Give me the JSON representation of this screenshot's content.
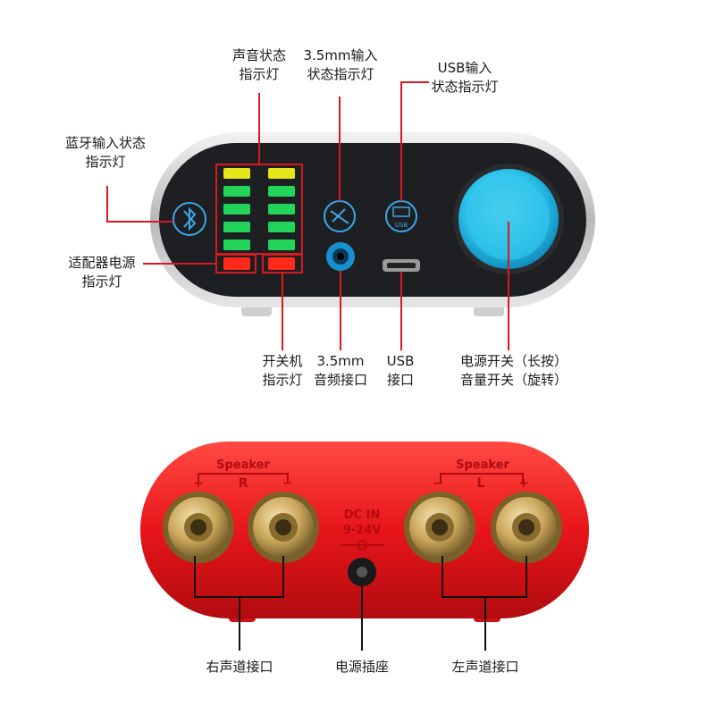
{
  "front": {
    "labels": {
      "sound_status": [
        "声音状态",
        "指示灯"
      ],
      "aux_status": [
        "3.5mm输入",
        "状态指示灯"
      ],
      "usb_status": [
        "USB输入",
        "状态指示灯"
      ],
      "bt_status": [
        "蓝牙输入状态",
        "指示灯"
      ],
      "adapter_power": [
        "适配器电源",
        "指示灯"
      ],
      "power_indicator": [
        "开关机",
        "指示灯"
      ],
      "aux_port": [
        "3.5mm",
        "音频接口"
      ],
      "usb_port": [
        "USB",
        "接口"
      ],
      "knob": [
        "电源开关（长按）",
        "音量开关（旋转）"
      ]
    },
    "usb_icon_text": "USB",
    "colors": {
      "led_yellow": "#e6e61a",
      "led_green": "#22d45a",
      "led_red": "#ff2a1a",
      "knob": "#2ec5ec",
      "panel": "#1e1f22",
      "leader": "#d71920"
    }
  },
  "back": {
    "speaker_left_text": "Speaker",
    "speaker_right_text": "Speaker",
    "polarity_right": [
      "+",
      "R",
      "−"
    ],
    "polarity_left": [
      "−",
      "L",
      "+"
    ],
    "dc_in": [
      "DC IN",
      "9-24V"
    ],
    "labels": {
      "right_channel": "右声道接口",
      "power_socket": "电源插座",
      "left_channel": "左声道接口"
    },
    "colors": {
      "body": "#e8151a",
      "terminal": "#c9a55a"
    }
  }
}
